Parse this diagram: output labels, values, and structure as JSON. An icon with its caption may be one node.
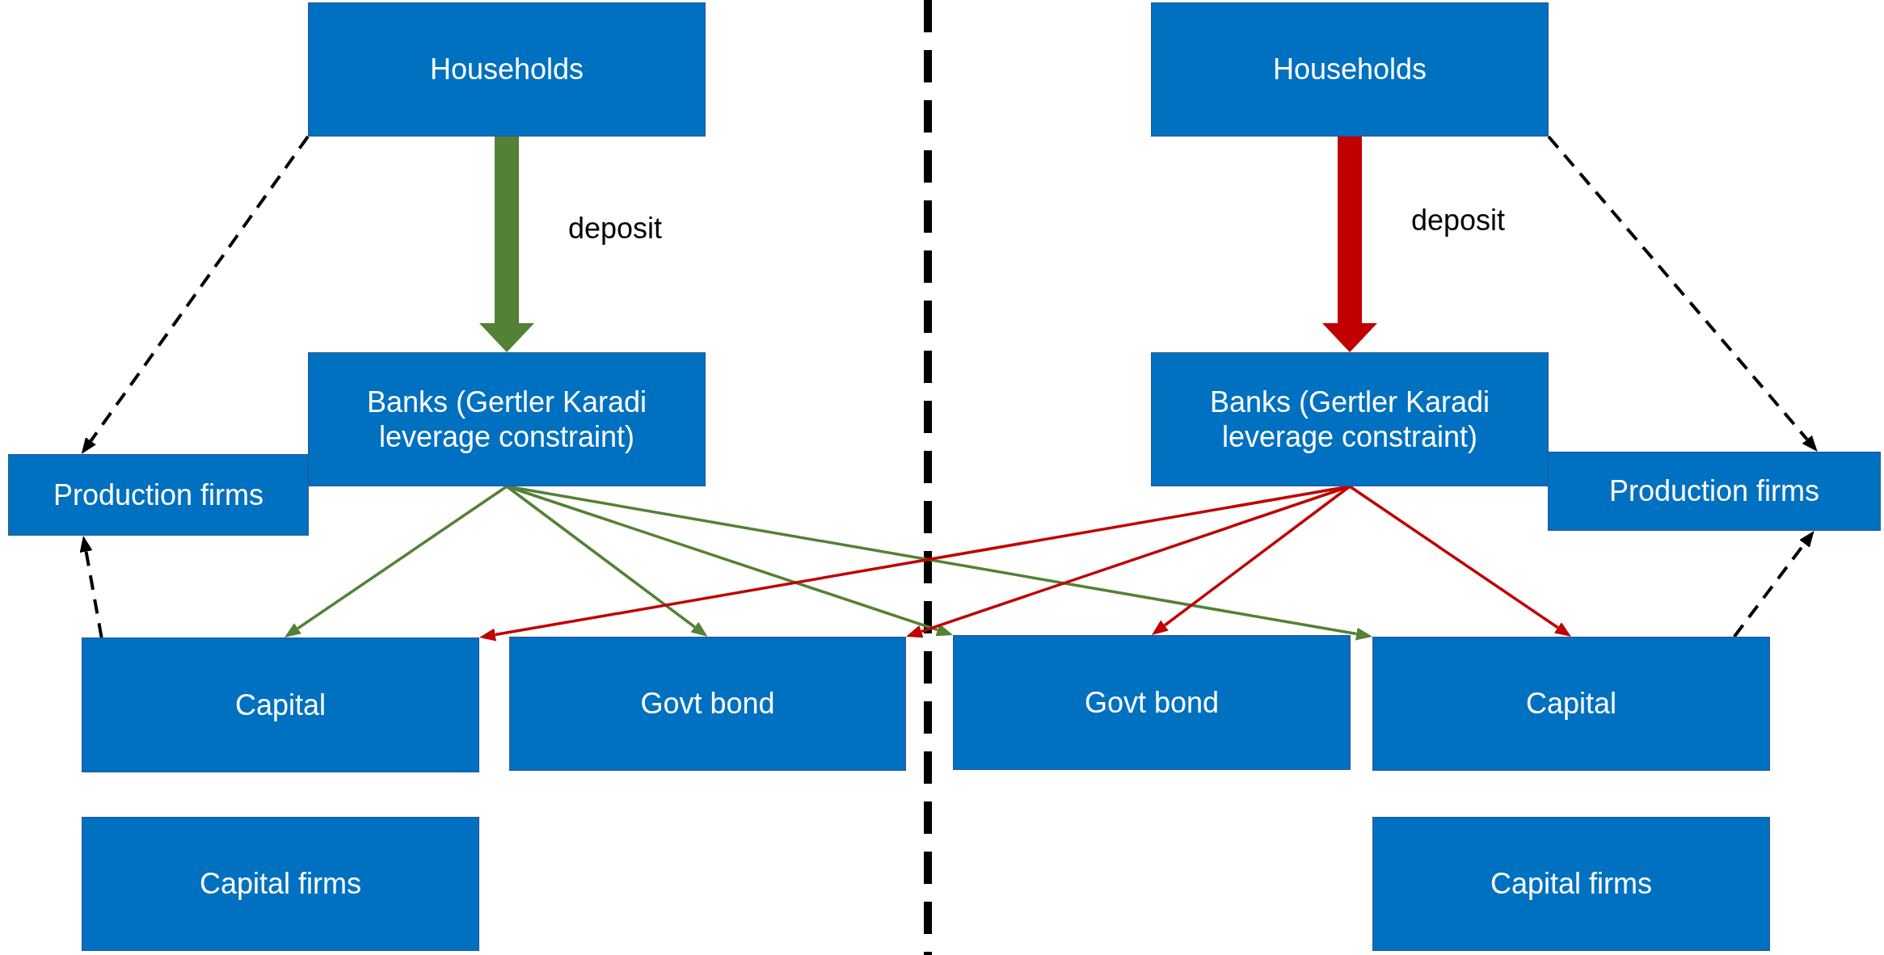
{
  "diagram": {
    "nodes": [
      {
        "text": [
          "Households"
        ]
      },
      {
        "text": [
          "Households"
        ]
      },
      {
        "text": [
          "Banks (Gertler Karadi leverage constraint)"
        ]
      },
      {
        "text": [
          "Banks (Gertler Karadi leverage constraint)"
        ]
      },
      {
        "text": [
          "Production firms"
        ]
      },
      {
        "text": [
          "Production firms"
        ]
      },
      {
        "text": [
          "Capital"
        ]
      },
      {
        "text": [
          "Govt bond"
        ]
      },
      {
        "text": [
          "Govt bond"
        ]
      },
      {
        "text": [
          "Capital"
        ]
      },
      {
        "text": [
          "Capital firms"
        ]
      },
      {
        "text": [
          "Capital firms"
        ]
      }
    ],
    "edges": [
      {
        "from": 0,
        "to": 2,
        "arrow": "to",
        "label": "deposit",
        "style": "thick",
        "color": "#538135"
      },
      {
        "from": 1,
        "to": 3,
        "arrow": "to",
        "label": "deposit",
        "style": "thick",
        "color": "#c00000"
      },
      {
        "from": 0,
        "to": 4,
        "arrow": "to",
        "style": "dashed",
        "color": "#000000"
      },
      {
        "from": 6,
        "to": 4,
        "arrow": "to",
        "style": "dashed",
        "color": "#000000"
      },
      {
        "from": 1,
        "to": 5,
        "arrow": "to",
        "style": "dashed",
        "color": "#000000"
      },
      {
        "from": 9,
        "to": 5,
        "arrow": "to",
        "style": "dashed",
        "color": "#000000"
      },
      {
        "from": 2,
        "to": 6,
        "arrow": "to",
        "color": "#538135"
      },
      {
        "from": 2,
        "to": 7,
        "arrow": "to",
        "color": "#538135"
      },
      {
        "from": 2,
        "to": 8,
        "arrow": "to",
        "color": "#538135"
      },
      {
        "from": 2,
        "to": 9,
        "arrow": "to",
        "color": "#538135"
      },
      {
        "from": 3,
        "to": 6,
        "arrow": "to",
        "color": "#c00000"
      },
      {
        "from": 3,
        "to": 7,
        "arrow": "to",
        "color": "#c00000"
      },
      {
        "from": 3,
        "to": 8,
        "arrow": "to",
        "color": "#c00000"
      },
      {
        "from": 3,
        "to": 9,
        "arrow": "to",
        "color": "#c00000"
      }
    ]
  }
}
